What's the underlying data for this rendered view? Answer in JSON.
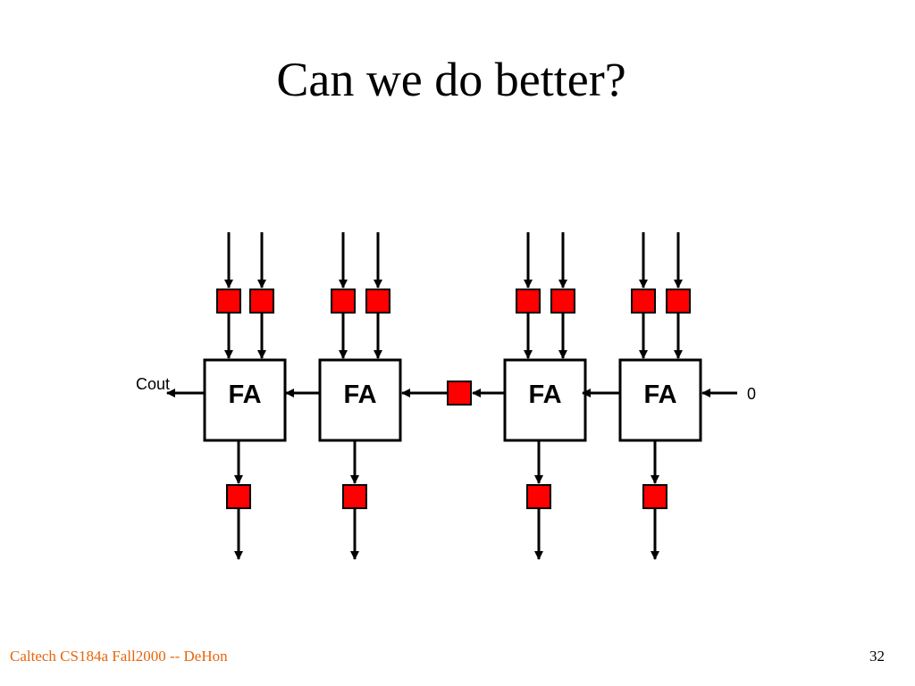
{
  "slide": {
    "title": "Can we do better?",
    "footer_left": "Caltech CS184a Fall2000 -- DeHon",
    "page_number": "32"
  },
  "diagram": {
    "adders": [
      {
        "label": "FA"
      },
      {
        "label": "FA"
      },
      {
        "label": "FA"
      },
      {
        "label": "FA"
      }
    ],
    "carry_out_label": "Cout",
    "carry_in_label": "0",
    "register_color": "#ff0000"
  }
}
